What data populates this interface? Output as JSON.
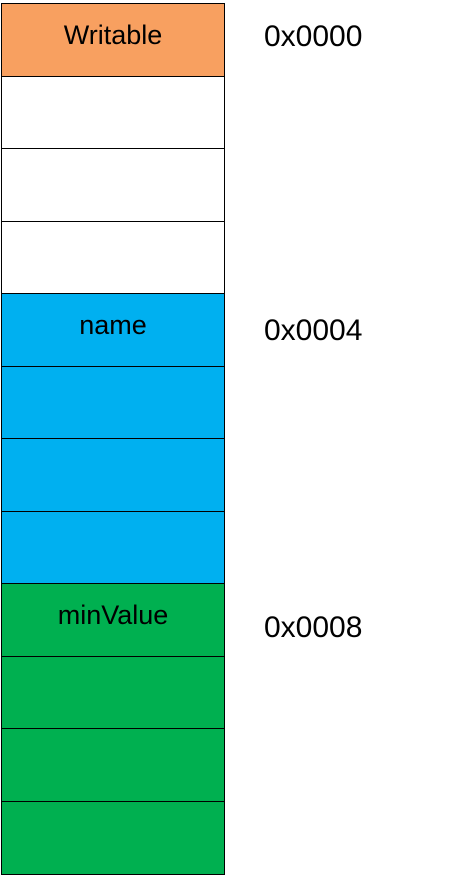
{
  "memory": {
    "fields": [
      {
        "label": "Writable",
        "address": "0x0000",
        "color": "#F8A060",
        "cell_count": 4
      },
      {
        "label": "name",
        "address": "0x0004",
        "color": "#00B0F0",
        "cell_count": 4
      },
      {
        "label": "minValue",
        "address": "0x0008",
        "color": "#00B050",
        "cell_count": 4
      }
    ],
    "empty_cell_color": "#FFFFFF"
  }
}
